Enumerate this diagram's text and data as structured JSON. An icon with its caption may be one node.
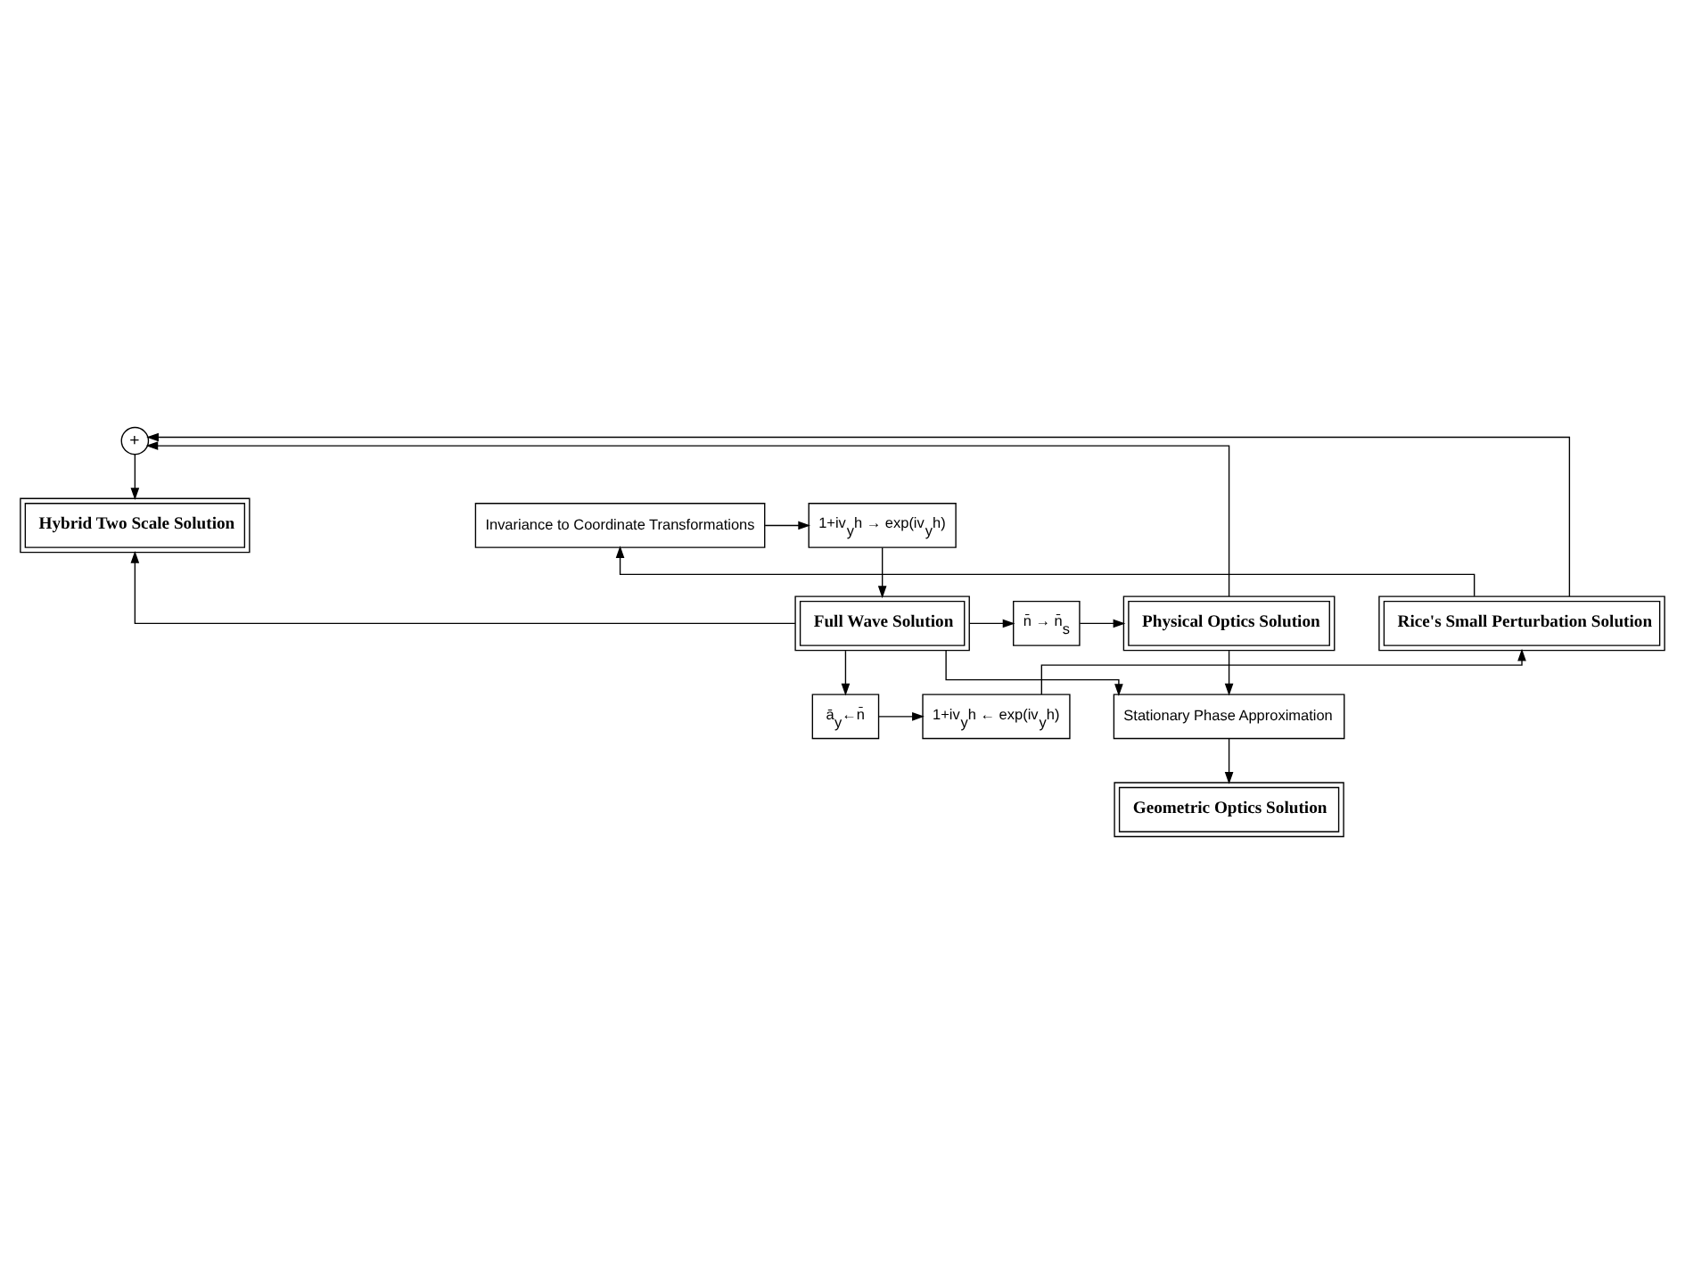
{
  "diagram": {
    "nodes": [
      {
        "text": [
          "+"
        ]
      },
      {
        "text": [
          "Hybrid Two Scale Solution"
        ]
      },
      {
        "text": [
          "Invariance to Coordinate Transformations"
        ]
      },
      {
        "text": [
          "1+iv$_{y}$h → exp(iv$_{y}$h)"
        ]
      },
      {
        "text": [
          "Rice's Small Perturbation Solution"
        ]
      },
      {
        "text": [
          "Full Wave Solution"
        ]
      },
      {
        "text": [
          "n̄ → n̄$_{s}$"
        ]
      },
      {
        "text": [
          "Physical Optics Solution"
        ]
      },
      {
        "text": [
          "ā$_{y}$←n̄"
        ]
      },
      {
        "text": [
          "1+iv$_{y}$h ← exp(iv$_{y}$h)"
        ]
      },
      {
        "text": [
          "Stationary Phase Approximation"
        ]
      },
      {
        "text": [
          "Geometric Optics Solution"
        ]
      }
    ],
    "edges": [
      {
        "from": 4,
        "to": 0,
        "arrow": "to"
      },
      {
        "from": 7,
        "to": 0,
        "arrow": "to"
      },
      {
        "from": 0,
        "to": 1,
        "arrow": "to"
      },
      {
        "from": 5,
        "to": 1,
        "arrow": "to"
      },
      {
        "from": 4,
        "to": 2,
        "arrow": "to"
      },
      {
        "from": 2,
        "to": 3,
        "arrow": "to"
      },
      {
        "from": 3,
        "to": 5,
        "arrow": "to"
      },
      {
        "from": 5,
        "to": 6,
        "arrow": "to"
      },
      {
        "from": 6,
        "to": 7,
        "arrow": "to"
      },
      {
        "from": 5,
        "to": 8,
        "arrow": "to"
      },
      {
        "from": 8,
        "to": 9,
        "arrow": "to"
      },
      {
        "from": 9,
        "to": 4,
        "arrow": "to"
      },
      {
        "from": 5,
        "to": 10,
        "arrow": "to"
      },
      {
        "from": 7,
        "to": 10,
        "arrow": "to"
      },
      {
        "from": 10,
        "to": 11,
        "arrow": "to"
      }
    ]
  }
}
